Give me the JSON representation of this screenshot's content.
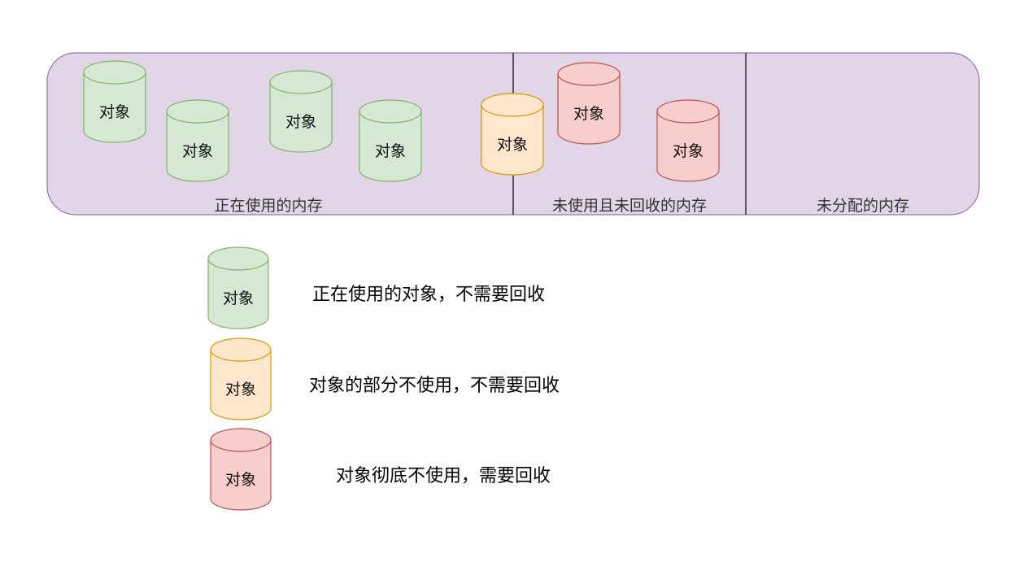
{
  "memory_bar": {
    "fill": "#e1d5e7",
    "stroke": "#9673a6",
    "zones": [
      {
        "label": "正在使用的内存"
      },
      {
        "label": "未使用且未回收的内存"
      },
      {
        "label": "未分配的内存"
      }
    ]
  },
  "object_label": "对象",
  "styles": {
    "green": {
      "fill": "#d5e8d4",
      "stroke": "#82b366"
    },
    "orange": {
      "fill": "#ffe6cc",
      "stroke": "#d79b00"
    },
    "red": {
      "fill": "#f8cecc",
      "stroke": "#b85450"
    }
  },
  "objects": [
    {
      "style": "green",
      "zone": "正在使用的内存"
    },
    {
      "style": "green",
      "zone": "正在使用的内存"
    },
    {
      "style": "green",
      "zone": "正在使用的内存"
    },
    {
      "style": "green",
      "zone": "正在使用的内存"
    },
    {
      "style": "orange",
      "zone": "正在使用的内存"
    },
    {
      "style": "red",
      "zone": "未使用且未回收的内存"
    },
    {
      "style": "red",
      "zone": "未使用且未回收的内存"
    }
  ],
  "legend": [
    {
      "style": "green",
      "text": "正在使用的对象，不需要回收"
    },
    {
      "style": "orange",
      "text": "对象的部分不使用，不需要回收"
    },
    {
      "style": "red",
      "text": "对象彻底不使用，需要回收"
    }
  ]
}
